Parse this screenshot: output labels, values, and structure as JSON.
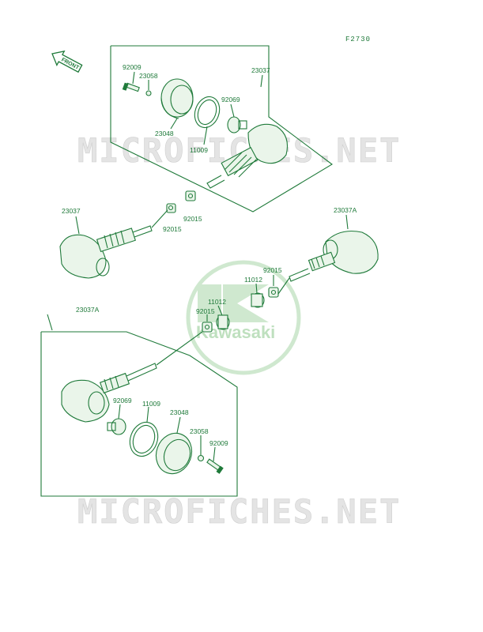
{
  "figure_code": "F2730",
  "front_label": "FRONT",
  "watermark": "MICROFICHES.NET",
  "brand_watermark": "Kawasaki",
  "parts_top": {
    "p92009": "92009",
    "p23058": "23058",
    "p23037": "23037",
    "p92069": "92069",
    "p23048": "23048",
    "p11009": "11009"
  },
  "parts_mid": {
    "p23037_left": "23037",
    "p92015_a": "92015",
    "p92015_b": "92015",
    "p23037A_right": "23037A",
    "p92015_c": "92015",
    "p11012_a": "11012",
    "p11012_b": "11012",
    "p92015_d": "92015"
  },
  "parts_bottom": {
    "p23037A": "23037A",
    "p92069": "92069",
    "p11009": "11009",
    "p23048": "23048",
    "p23058": "23058",
    "p92009": "92009"
  }
}
